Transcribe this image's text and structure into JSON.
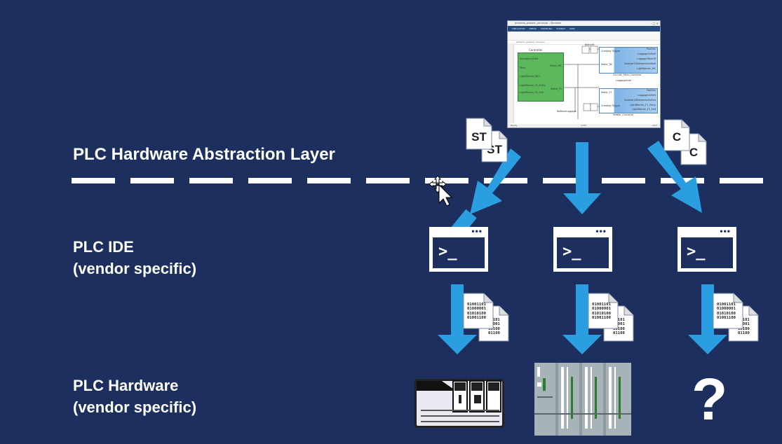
{
  "layers": {
    "hal": "PLC Hardware Abstraction Layer",
    "ide_line1": "PLC IDE",
    "ide_line2": "(vendor specific)",
    "hardware_line1": "PLC Hardware",
    "hardware_line2": "(vendor specific)"
  },
  "simulink": {
    "window_title": "plcdemo_propert_conveyor - Simulink",
    "ribbon_tabs": [
      "SIMULATION",
      "DEBUG",
      "MODELING",
      "FORMAT",
      "APPS"
    ],
    "path": "plcdemo_propert_conveyor",
    "controller_title": "Controller",
    "controller_inputs": [
      "EmergencyHalt",
      "Start",
      "LightBarrier_MC1",
      "LightBarrier_F1_Entry",
      "LightBarrier_F1_Exit"
    ],
    "controller_outputs": [
      "Motor_MC",
      "Motor_F1"
    ],
    "main_conveyor": {
      "name": "Circular_Main_Conveyor",
      "inputs": [
        "Creating Trigger",
        "Motor_MC"
      ],
      "outputs": [
        "Position",
        "LuggageOnBelt",
        "LuggageTakeOff",
        "NumberOfElementsOnBelt",
        "LightBarrier_MC"
      ]
    },
    "feeder_conveyor": {
      "name": "Feeder_Conveyor",
      "inputs": [
        "Motor_F1",
        "Creating Trigger"
      ],
      "outputs": [
        "Position",
        "LuggageOnBelt",
        "NumberOfElementsOnBelt",
        "LightBarrier_F1_Entry",
        "LightBarrier_F1_Exit"
      ]
    },
    "misc_labels": [
      "BeltLeft",
      "LuggageInlet",
      "NoMoreLuggage"
    ],
    "status_left": "Ready",
    "status_zoom": "120%",
    "status_right": "ode3"
  },
  "docs": {
    "st_label": "ST",
    "c_label": "C",
    "binary_front": "01001101\n01000001\n01010100\n01001100",
    "binary_back": "01101\n00001\n10100\n01100"
  },
  "hardware": {
    "unknown_symbol": "?"
  },
  "colors": {
    "background": "#1c2f5e",
    "arrow": "#2a9ee0",
    "dash": "#ffffff",
    "text": "#ffffff"
  },
  "icons": {
    "cursor": "move-cursor-icon",
    "terminal": "terminal-window-icon",
    "document": "code-document-icon",
    "plc_hardware_1": "plc-device-icon",
    "plc_hardware_2": "plc-rack-icon"
  }
}
